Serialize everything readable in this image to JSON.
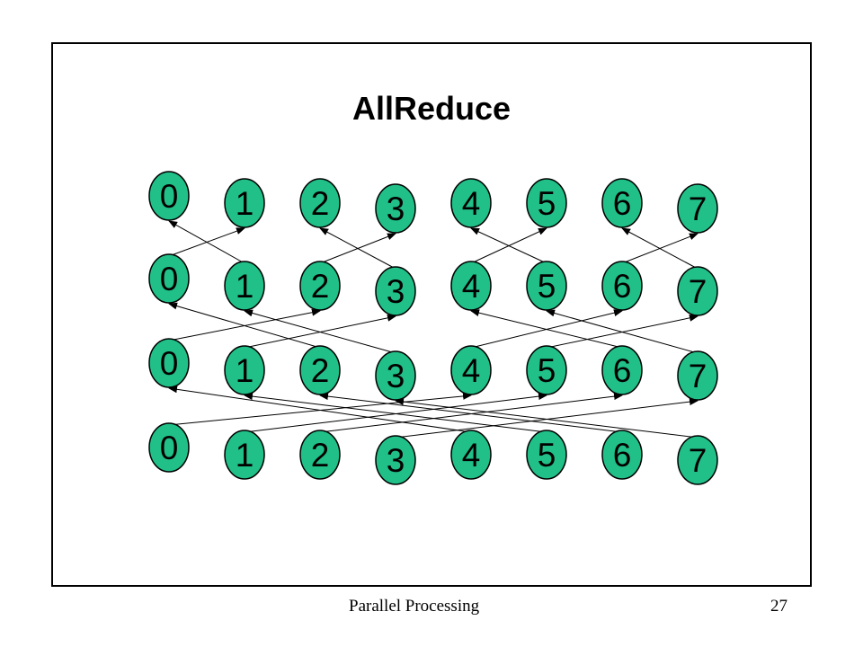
{
  "slide": {
    "title": "AllReduce",
    "footer": "Parallel Processing",
    "page_number": "27"
  },
  "diagram": {
    "node_labels": [
      "0",
      "1",
      "2",
      "3",
      "4",
      "5",
      "6",
      "7"
    ],
    "rows": 4,
    "node_fill": "#20C088",
    "node_stroke": "#000000",
    "edges": [
      {
        "from_row": 1,
        "from": 0,
        "to_row": 0,
        "to": 1
      },
      {
        "from_row": 1,
        "from": 1,
        "to_row": 0,
        "to": 0
      },
      {
        "from_row": 1,
        "from": 2,
        "to_row": 0,
        "to": 3
      },
      {
        "from_row": 1,
        "from": 3,
        "to_row": 0,
        "to": 2
      },
      {
        "from_row": 1,
        "from": 4,
        "to_row": 0,
        "to": 5
      },
      {
        "from_row": 1,
        "from": 5,
        "to_row": 0,
        "to": 4
      },
      {
        "from_row": 1,
        "from": 6,
        "to_row": 0,
        "to": 7
      },
      {
        "from_row": 1,
        "from": 7,
        "to_row": 0,
        "to": 6
      },
      {
        "from_row": 2,
        "from": 0,
        "to_row": 1,
        "to": 2
      },
      {
        "from_row": 2,
        "from": 1,
        "to_row": 1,
        "to": 3
      },
      {
        "from_row": 2,
        "from": 2,
        "to_row": 1,
        "to": 0
      },
      {
        "from_row": 2,
        "from": 3,
        "to_row": 1,
        "to": 1
      },
      {
        "from_row": 2,
        "from": 4,
        "to_row": 1,
        "to": 6
      },
      {
        "from_row": 2,
        "from": 5,
        "to_row": 1,
        "to": 7
      },
      {
        "from_row": 2,
        "from": 6,
        "to_row": 1,
        "to": 4
      },
      {
        "from_row": 2,
        "from": 7,
        "to_row": 1,
        "to": 5
      },
      {
        "from_row": 3,
        "from": 0,
        "to_row": 2,
        "to": 4
      },
      {
        "from_row": 3,
        "from": 1,
        "to_row": 2,
        "to": 5
      },
      {
        "from_row": 3,
        "from": 2,
        "to_row": 2,
        "to": 6
      },
      {
        "from_row": 3,
        "from": 3,
        "to_row": 2,
        "to": 7
      },
      {
        "from_row": 3,
        "from": 4,
        "to_row": 2,
        "to": 0
      },
      {
        "from_row": 3,
        "from": 5,
        "to_row": 2,
        "to": 1
      },
      {
        "from_row": 3,
        "from": 6,
        "to_row": 2,
        "to": 2
      },
      {
        "from_row": 3,
        "from": 7,
        "to_row": 2,
        "to": 3
      }
    ]
  }
}
